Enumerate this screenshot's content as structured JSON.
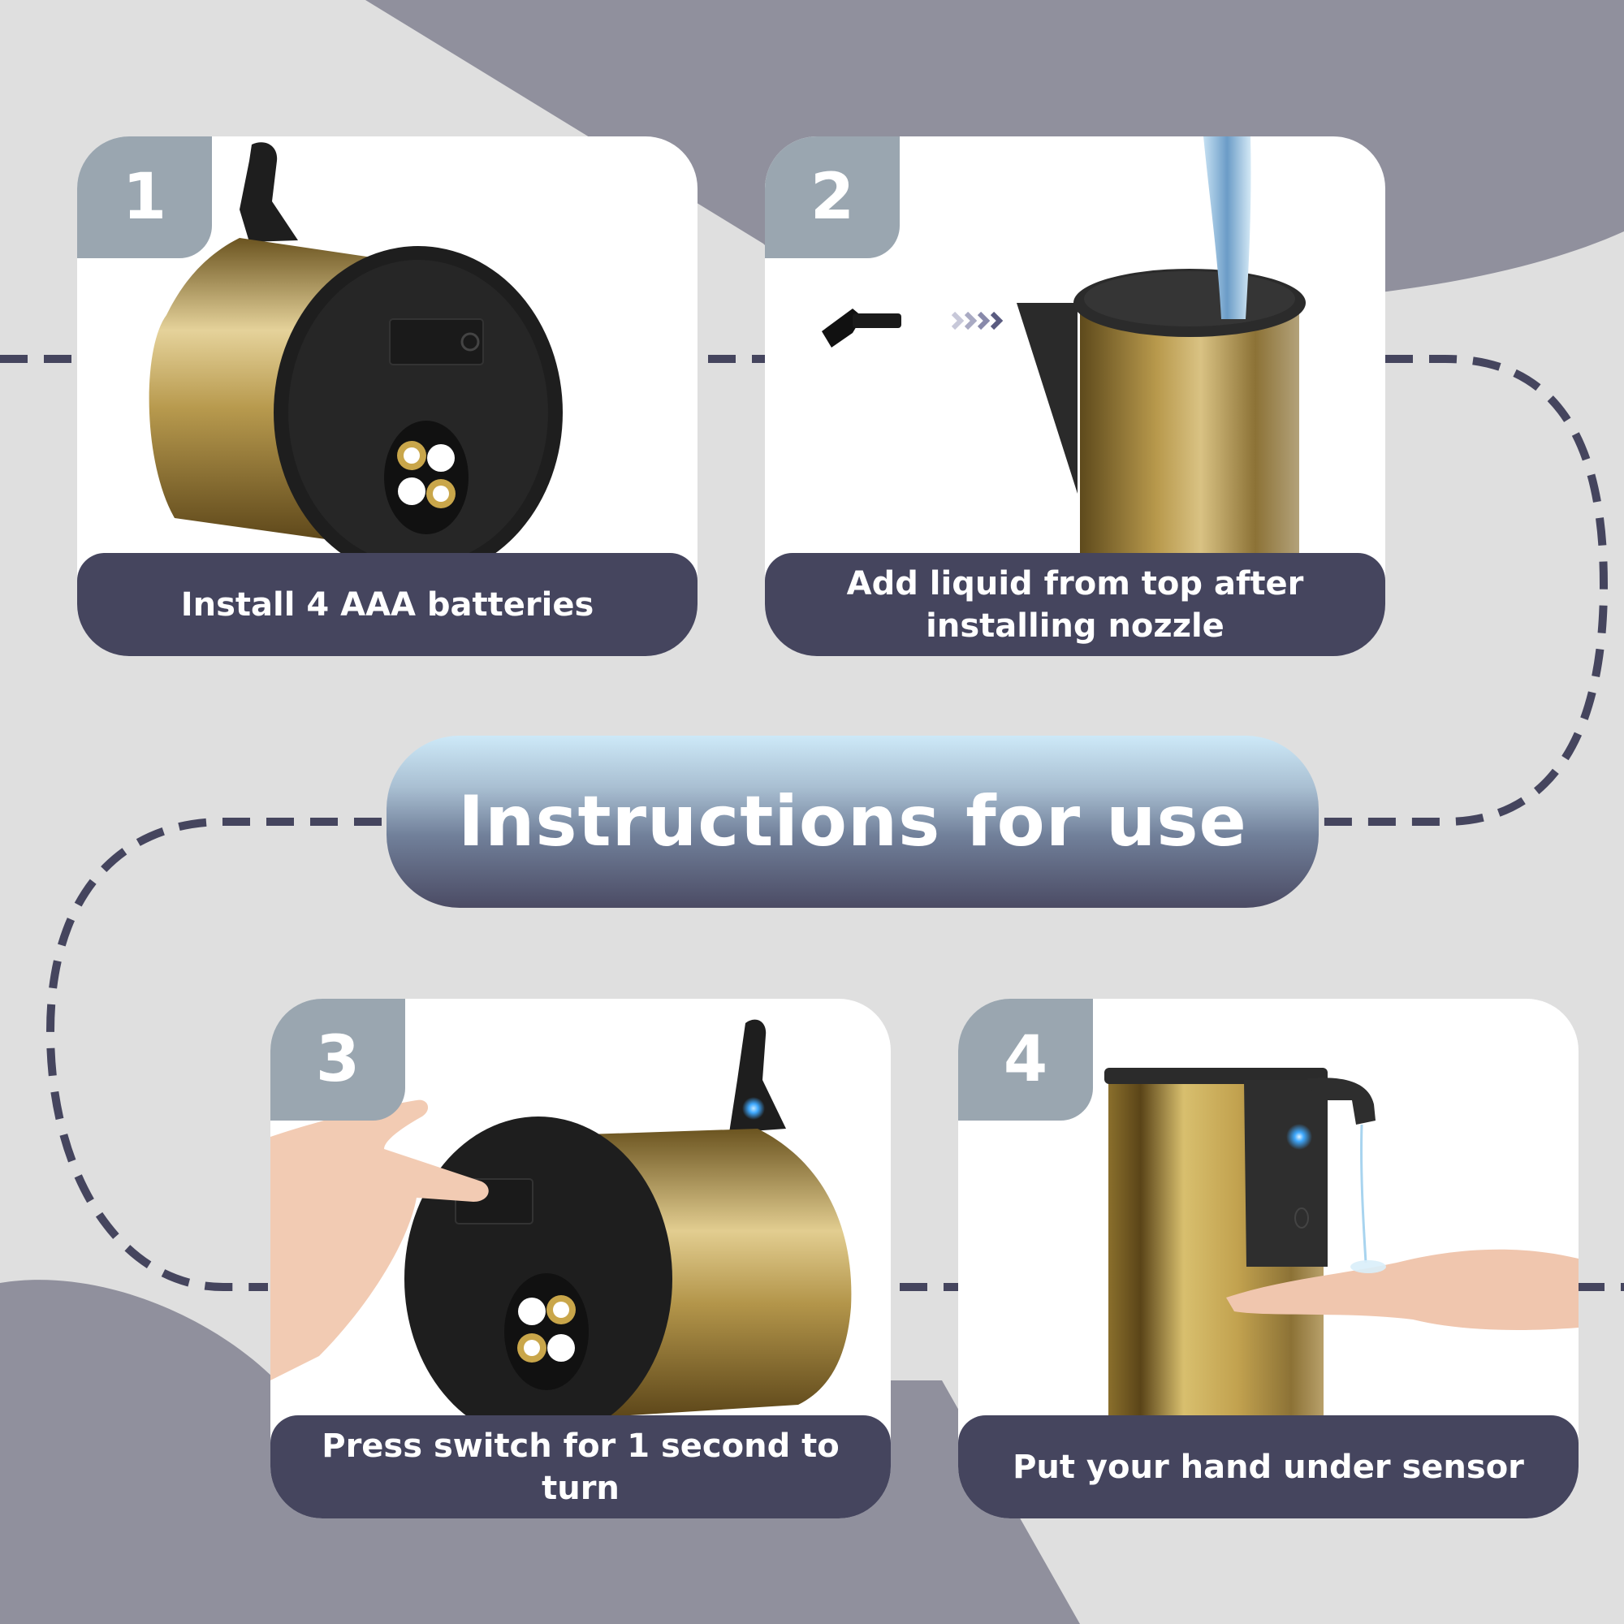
{
  "page": {
    "title": "Instructions for use",
    "colors": {
      "background": "#dfdfdf",
      "background_shape": "#90909d",
      "badge": "#9aa6b0",
      "caption_bar": "#45455e",
      "dashed_line": "#45455e",
      "gold": "#b89a4e",
      "device_black": "#1e1e1e",
      "led_blue": "#3fa9ff"
    }
  },
  "steps": [
    {
      "number": "1",
      "caption": "Install 4 AAA batteries",
      "illustration": "dispenser-battery-compartment"
    },
    {
      "number": "2",
      "caption": "Add liquid from top after installing nozzle",
      "illustration": "dispenser-filling-with-nozzle"
    },
    {
      "number": "3",
      "caption": "Press switch for 1 second to turn",
      "illustration": "finger-pressing-power-switch"
    },
    {
      "number": "4",
      "caption": "Put your hand under sensor",
      "illustration": "hand-under-sensor-dispensing"
    }
  ]
}
